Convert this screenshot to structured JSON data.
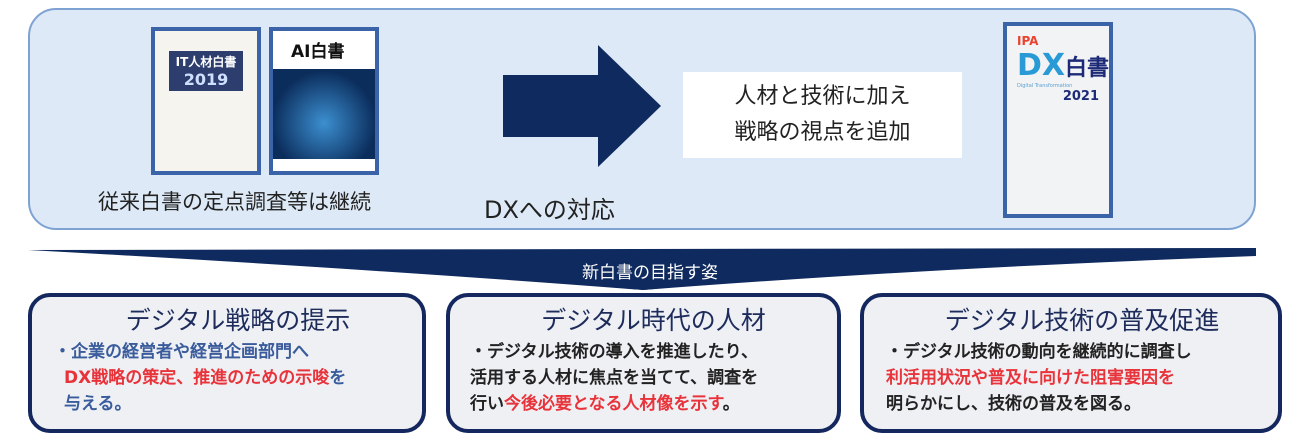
{
  "top": {
    "covers": {
      "it_cover": {
        "title": "IT人材白書",
        "year": "2019"
      },
      "ai_cover": {
        "title": "AI白書"
      },
      "dx_cover": {
        "brand": "IPA",
        "title": "DX",
        "title2": "白書",
        "subtitle": "Digital Transformation",
        "year": "2021"
      }
    },
    "left_caption": "従来白書の定点調査等は継続",
    "arrow_caption": "DXへの対応",
    "message": [
      "人材と技術に加え",
      "戦略の視点を追加"
    ]
  },
  "banner": "新白書の目指す姿",
  "boxes": [
    {
      "title": "デジタル戦略の提示",
      "line1": "・企業の経営者や経営企画部門へ",
      "red": "DX戦略の策定、推進のための示唆",
      "tail": "を",
      "line3": "与える。"
    },
    {
      "title": "デジタル時代の人材",
      "line1": "・デジタル技術の導入を推進したり、",
      "line2": "活用する人材に焦点を当てて、調査を",
      "pre": "行い",
      "red": "今後必要となる人材像を示す",
      "tail": "。"
    },
    {
      "title": "デジタル技術の普及促進",
      "line1": "・デジタル技術の動向を継続的に調査し",
      "red": "利活用状況や普及に向けた阻害要因を",
      "line3": "明らかにし、技術の普及を図る。"
    }
  ],
  "colors": {
    "navy": "#14275e",
    "red": "#e8333a",
    "panel": "#dde9f6"
  }
}
